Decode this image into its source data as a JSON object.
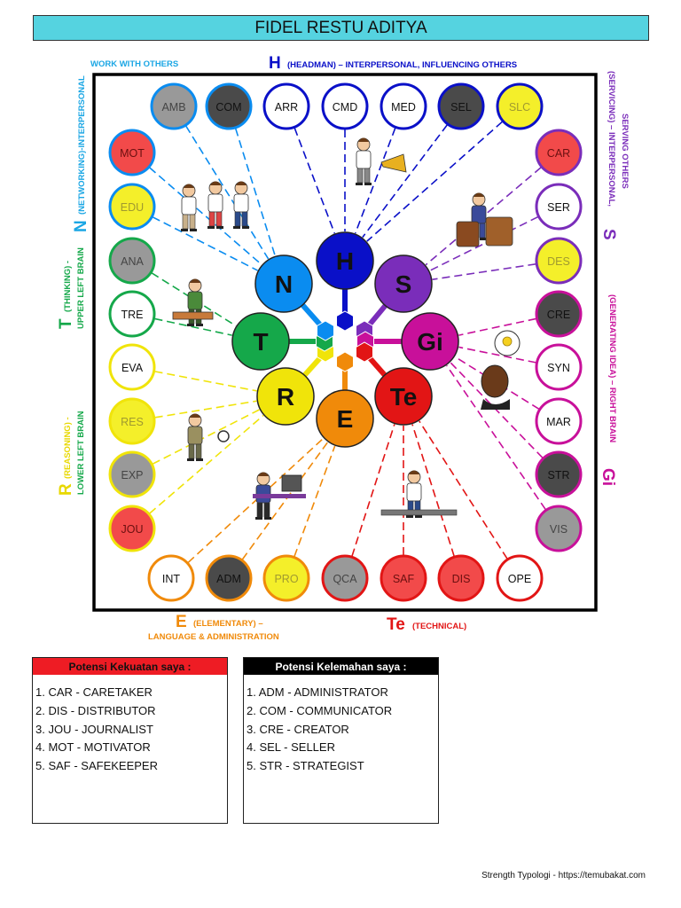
{
  "title": "FIDEL RESTU ADITYA",
  "colors": {
    "H": "#0a10c8",
    "S": "#7a2dba",
    "Gi": "#c8109a",
    "Te": "#e21515",
    "E": "#f08a0a",
    "R": "#f0e40a",
    "T": "#15a84a",
    "N": "#0a8cf0"
  },
  "center_circles": [
    {
      "key": "H",
      "label": "H"
    },
    {
      "key": "S",
      "label": "S"
    },
    {
      "key": "Gi",
      "label": "Gi"
    },
    {
      "key": "Te",
      "label": "Te"
    },
    {
      "key": "E",
      "label": "E"
    },
    {
      "key": "R",
      "label": "R"
    },
    {
      "key": "T",
      "label": "T"
    },
    {
      "key": "N",
      "label": "N"
    }
  ],
  "type_circles": [
    {
      "label": "AMB",
      "group": "N",
      "fill": "#999999",
      "text": "#444444"
    },
    {
      "label": "COM",
      "group": "N",
      "fill": "#4a4a4a",
      "text": "#111111"
    },
    {
      "label": "ARR",
      "group": "H",
      "fill": "#ffffff",
      "text": "#111111"
    },
    {
      "label": "CMD",
      "group": "H",
      "fill": "#ffffff",
      "text": "#111111"
    },
    {
      "label": "MED",
      "group": "H",
      "fill": "#ffffff",
      "text": "#111111"
    },
    {
      "label": "SEL",
      "group": "H",
      "fill": "#4a4a4a",
      "text": "#111111"
    },
    {
      "label": "SLC",
      "group": "H",
      "fill": "#f4ef2a",
      "text": "#a09a30"
    },
    {
      "label": "MOT",
      "group": "N",
      "fill": "#f24a4a",
      "text": "#6a1010"
    },
    {
      "label": "EDU",
      "group": "N",
      "fill": "#f4ef2a",
      "text": "#a09a30"
    },
    {
      "label": "ANA",
      "group": "T",
      "fill": "#999999",
      "text": "#444444"
    },
    {
      "label": "TRE",
      "group": "T",
      "fill": "#ffffff",
      "text": "#111111"
    },
    {
      "label": "EVA",
      "group": "R",
      "fill": "#ffffff",
      "text": "#111111"
    },
    {
      "label": "RES",
      "group": "R",
      "fill": "#f4ef2a",
      "text": "#a09a30"
    },
    {
      "label": "EXP",
      "group": "R",
      "fill": "#999999",
      "text": "#444444"
    },
    {
      "label": "JOU",
      "group": "R",
      "fill": "#f24a4a",
      "text": "#6a1010"
    },
    {
      "label": "CAR",
      "group": "S",
      "fill": "#f24a4a",
      "text": "#6a1010"
    },
    {
      "label": "SER",
      "group": "S",
      "fill": "#ffffff",
      "text": "#111111"
    },
    {
      "label": "DES",
      "group": "S",
      "fill": "#f4ef2a",
      "text": "#a09a30"
    },
    {
      "label": "CRE",
      "group": "Gi",
      "fill": "#4a4a4a",
      "text": "#111111"
    },
    {
      "label": "SYN",
      "group": "Gi",
      "fill": "#ffffff",
      "text": "#111111"
    },
    {
      "label": "MAR",
      "group": "Gi",
      "fill": "#ffffff",
      "text": "#111111"
    },
    {
      "label": "STR",
      "group": "Gi",
      "fill": "#4a4a4a",
      "text": "#111111"
    },
    {
      "label": "VIS",
      "group": "Gi",
      "fill": "#999999",
      "text": "#444444"
    },
    {
      "label": "INT",
      "group": "E",
      "fill": "#ffffff",
      "text": "#111111"
    },
    {
      "label": "ADM",
      "group": "E",
      "fill": "#4a4a4a",
      "text": "#111111"
    },
    {
      "label": "PRO",
      "group": "E",
      "fill": "#f4ef2a",
      "text": "#a09a30"
    },
    {
      "label": "QCA",
      "group": "Te",
      "fill": "#999999",
      "text": "#444444"
    },
    {
      "label": "SAF",
      "group": "Te",
      "fill": "#f24a4a",
      "text": "#6a1010"
    },
    {
      "label": "DIS",
      "group": "Te",
      "fill": "#f24a4a",
      "text": "#6a1010"
    },
    {
      "label": "OPE",
      "group": "Te",
      "fill": "#ffffff",
      "text": "#111111"
    }
  ],
  "side_labels": {
    "top_left": "WORK WITH OTHERS",
    "top_h_big": "H",
    "top_h_small": "(HEADMAN) – INTERPERSONAL, INFLUENCING OTHERS",
    "n_big": "N",
    "n_small": "(NETWORKING)-INTERPERSONAL",
    "t_big": "T",
    "t_small1": "(THINKING) -",
    "t_small2": "UPPER LEFT BRAIN",
    "r_big": "R",
    "r_small1": "(REASONING) -",
    "r_small2": "LOWER LEFT BRAIN",
    "s_big": "S",
    "s_small1": "(SERVICING) – INTERPERSONAL,",
    "s_small2": "SERVING OTHERS",
    "gi_big": "Gi",
    "gi_small": "(GENERATING IDEA) – RIGHT BRAIN",
    "e_big": "E",
    "e_small1": "(ELEMENTARY) –",
    "e_small2": "LANGUAGE & ADMINISTRATION",
    "te_big": "Te",
    "te_small": "(TECHNICAL)"
  },
  "strengths": {
    "header": "Potensi Kekuatan saya :",
    "header_color": "#ee1c24",
    "items": [
      "1. CAR - CARETAKER",
      "2. DIS - DISTRIBUTOR",
      "3. JOU - JOURNALIST",
      "4. MOT - MOTIVATOR",
      "5. SAF - SAFEKEEPER"
    ]
  },
  "weaknesses": {
    "header": "Potensi Kelemahan saya :",
    "header_color": "#000000",
    "items": [
      "1. ADM - ADMINISTRATOR",
      "2. COM - COMMUNICATOR",
      "3. CRE - CREATOR",
      "4. SEL - SELLER",
      "5. STR - STRATEGIST"
    ]
  },
  "footer": "Strength Typologi - https://temubakat.com"
}
